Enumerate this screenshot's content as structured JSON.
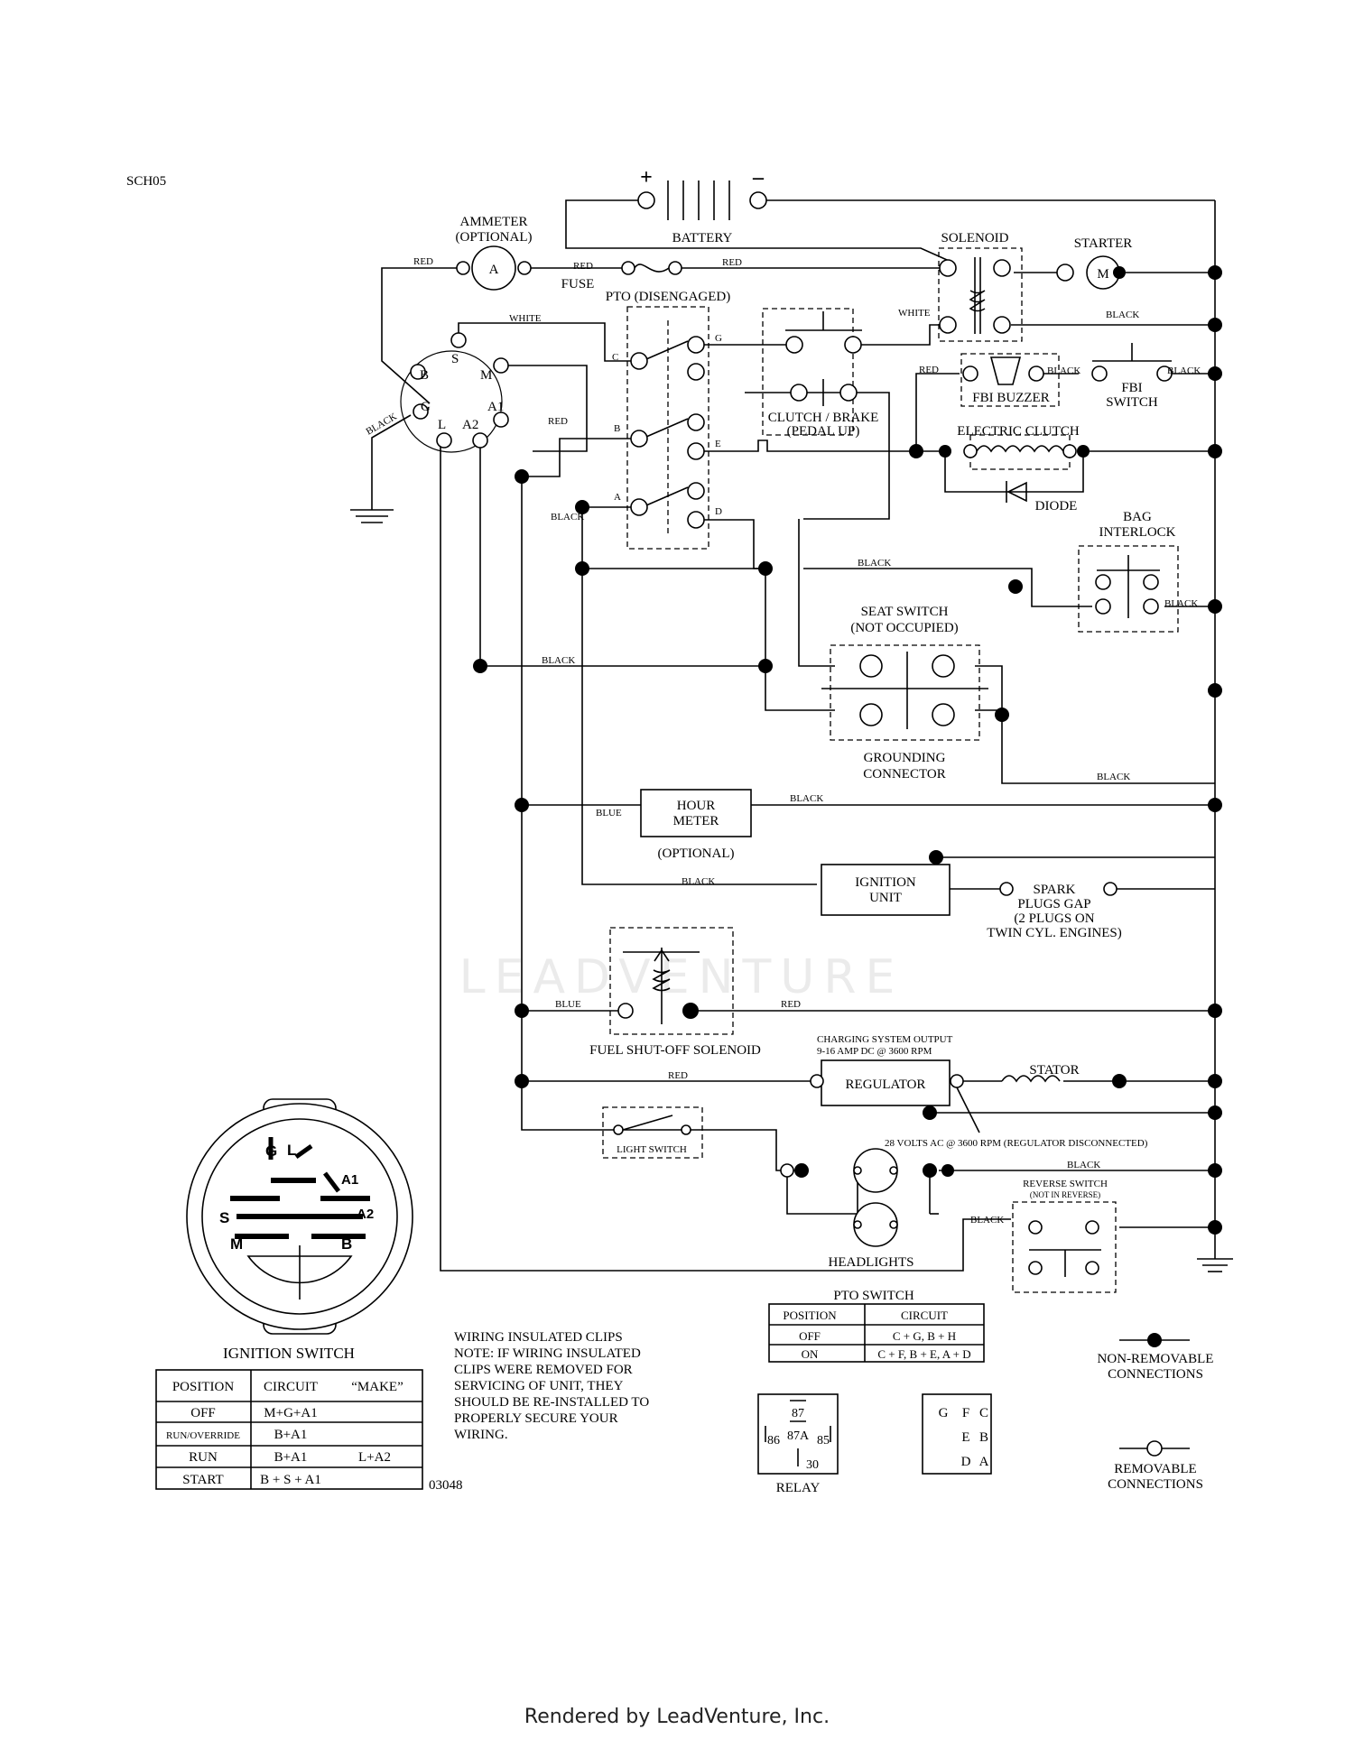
{
  "code": "SCH05",
  "part_no": "03048",
  "components": {
    "battery": "BATTERY",
    "battery_plus": "+",
    "battery_minus": "–",
    "ammeter": [
      "AMMETER",
      "(OPTIONAL)"
    ],
    "ammeter_symbol": "A",
    "fuse": "FUSE",
    "solenoid": "SOLENOID",
    "starter": "STARTER",
    "starter_symbol": "M",
    "pto": "PTO (DISENGAGED)",
    "clutch_brake": [
      "CLUTCH / BRAKE",
      "(PEDAL UP)"
    ],
    "fbi_buzzer": "FBI BUZZER",
    "fbi_switch": [
      "FBI",
      "SWITCH"
    ],
    "electric_clutch": "ELECTRIC CLUTCH",
    "diode": "DIODE",
    "bag_interlock": [
      "BAG",
      "INTERLOCK"
    ],
    "seat_switch": [
      "SEAT SWITCH",
      "(NOT OCCUPIED)"
    ],
    "grounding_connector": [
      "GROUNDING",
      "CONNECTOR"
    ],
    "hour_meter": [
      "HOUR",
      "METER"
    ],
    "hour_meter_opt": "(OPTIONAL)",
    "ignition_unit": [
      "IGNITION",
      "UNIT"
    ],
    "spark_plugs": [
      "SPARK",
      "PLUGS GAP",
      "(2 PLUGS ON",
      "TWIN CYL. ENGINES)"
    ],
    "fuel_shutoff": "FUEL SHUT-OFF SOLENOID",
    "charging_output": [
      "CHARGING SYSTEM OUTPUT",
      "9-16 AMP DC @ 3600 RPM"
    ],
    "regulator": "REGULATOR",
    "stator": "STATOR",
    "ac_note": "28 VOLTS AC @ 3600 RPM (REGULATOR DISCONNECTED)",
    "light_switch": "LIGHT SWITCH",
    "headlights": "HEADLIGHTS",
    "reverse_switch": [
      "REVERSE SWITCH",
      "(NOT IN REVERSE)"
    ]
  },
  "terminals": {
    "ignition": [
      "B",
      "S",
      "M",
      "G",
      "L",
      "A2",
      "A1"
    ],
    "pto": [
      "C",
      "B",
      "A",
      "G",
      "E",
      "D"
    ]
  },
  "wire_labels": {
    "red": "RED",
    "white": "WHITE",
    "black": "BLACK",
    "blue": "BLUE"
  },
  "connector_face": [
    "G",
    "L",
    "A1",
    "A2",
    "S",
    "M",
    "B"
  ],
  "ignition_table": {
    "title": "IGNITION SWITCH",
    "headers": [
      "POSITION",
      "CIRCUIT",
      "“MAKE”"
    ],
    "rows": [
      [
        "OFF",
        "M+G+A1",
        ""
      ],
      [
        "RUN/OVERRIDE",
        "B+A1",
        ""
      ],
      [
        "RUN",
        "B+A1",
        "L+A2"
      ],
      [
        "START",
        "B + S + A1",
        ""
      ]
    ]
  },
  "clips_note": [
    "WIRING INSULATED CLIPS",
    "NOTE: IF WIRING INSULATED",
    "CLIPS WERE REMOVED FOR",
    "SERVICING OF UNIT, THEY",
    "SHOULD BE RE-INSTALLED TO",
    "PROPERLY SECURE YOUR",
    "WIRING."
  ],
  "pto_table": {
    "title": "PTO SWITCH",
    "headers": [
      "POSITION",
      "CIRCUIT"
    ],
    "rows": [
      [
        "OFF",
        "C + G, B + H"
      ],
      [
        "ON",
        "C + F, B + E, A + D"
      ]
    ]
  },
  "relay": {
    "label": "RELAY",
    "pins": [
      "87",
      "87A",
      "86",
      "85",
      "30"
    ]
  },
  "pto_pins": [
    "G",
    "F",
    "C",
    "E",
    "B",
    "D",
    "A"
  ],
  "legend": {
    "non_removable": [
      "NON-REMOVABLE",
      "CONNECTIONS"
    ],
    "removable": [
      "REMOVABLE",
      "CONNECTIONS"
    ]
  },
  "watermark": "LEADVENTURE",
  "footer": "Rendered by LeadVenture, Inc."
}
